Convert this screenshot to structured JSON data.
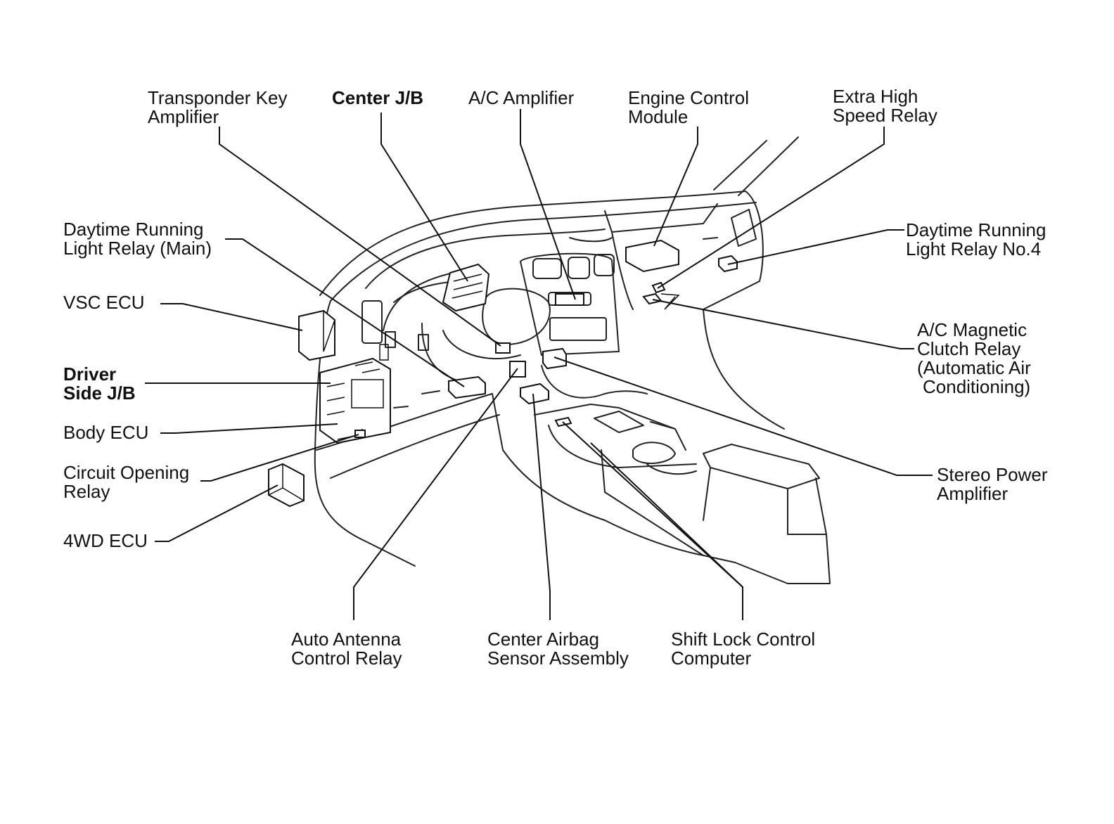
{
  "labels": {
    "transponder_key_amplifier": [
      "Transponder Key",
      "Amplifier"
    ],
    "center_jb": [
      "Center J/B"
    ],
    "ac_amplifier": [
      "A/C Amplifier"
    ],
    "engine_control_module": [
      "Engine Control",
      "Module"
    ],
    "extra_high_speed_relay": [
      "Extra High",
      "Speed Relay"
    ],
    "drl_relay_main": [
      "Daytime Running",
      "Light Relay (Main)"
    ],
    "drl_relay_no4": [
      "Daytime Running",
      "Light Relay No.4"
    ],
    "vsc_ecu": [
      "VSC ECU"
    ],
    "ac_magnetic_clutch_relay": [
      "A/C Magnetic",
      "Clutch Relay",
      "(Automatic Air",
      "Conditioning)"
    ],
    "driver_side_jb": [
      "Driver",
      "Side J/B"
    ],
    "body_ecu": [
      "Body ECU"
    ],
    "circuit_opening_relay": [
      "Circuit Opening",
      "Relay"
    ],
    "stereo_power_amplifier": [
      "Stereo Power",
      "Amplifier"
    ],
    "fourwd_ecu": [
      "4WD ECU"
    ],
    "auto_antenna_control_relay": [
      "Auto Antenna",
      "Control Relay"
    ],
    "center_airbag_sensor_assembly": [
      "Center Airbag",
      "Sensor Assembly"
    ],
    "shift_lock_control_computer": [
      "Shift Lock Control",
      "Computer"
    ]
  },
  "colors": {
    "ink": "#111111",
    "background": "#ffffff"
  }
}
